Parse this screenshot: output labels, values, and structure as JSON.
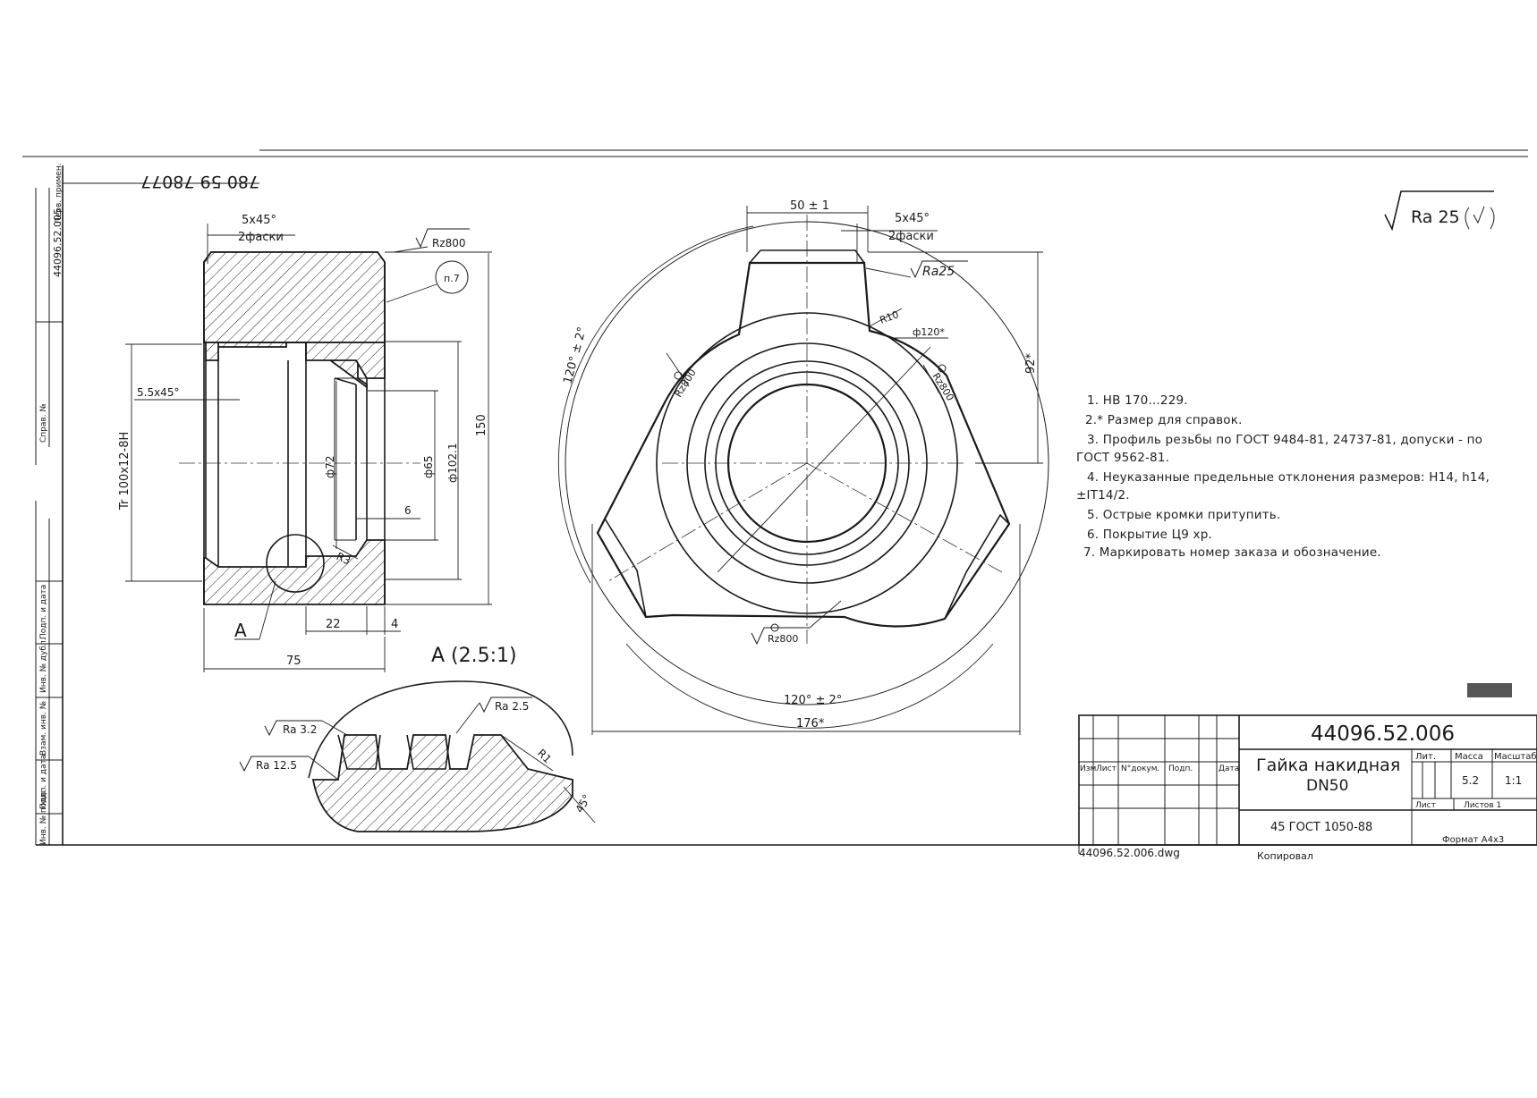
{
  "stamp_top": "780 59 78077",
  "general_roughness": "Ra 25",
  "notes": [
    "1.  HB 170...229.",
    "2.* Размер для справок.",
    "3. Профиль резьбы по ГОСТ 9484-81, 24737-81, допуски - по",
    "ГОСТ 9562-81.",
    "4. Неуказанные предельные отклонения размеров: H14, h14,",
    "±IT14/2.",
    "5. Острые кромки притупить.",
    "6.  Покрытие Ц9 хр.",
    "7.  Маркировать номер заказа и обозначение."
  ],
  "section_view": {
    "chamfer_top": "5x45°",
    "chamfer_top_sub": "2фаски",
    "roughness_outer": "Rz800",
    "note_ref": "п.7",
    "chamfer_left": "5.5x45°",
    "thread": "Tr 100x12-8H",
    "dia_72": "ф72",
    "dia_65": "ф65",
    "dia_102": "ф102.1",
    "len_150": "150",
    "len_6": "6",
    "radius_r3": "R3",
    "len_22": "22",
    "len_4": "4",
    "len_75": "75",
    "detail_marker": "А"
  },
  "detail_view": {
    "title": "А (2.5:1)",
    "ra_32": "Ra 3.2",
    "ra_125": "Ra 12.5",
    "ra_25": "Ra 2.5",
    "r1": "R1",
    "angle_45": "45°"
  },
  "front_view": {
    "width_top": "50 ± 1",
    "chamfer": "5x45°",
    "chamfer_sub": "2фаски",
    "roughness_ra25": "Ra25",
    "r10": "R10",
    "dia_120": "ф120*",
    "rz800_right": "Rz800",
    "rz800_left": "Rz800",
    "rz800_bottom": "Rz800",
    "dim_92": "92*",
    "angle_left": "120° ± 2°",
    "angle_bottom": "120° ± 2°",
    "dim_176": "176*"
  },
  "side_stamp": {
    "stamp_1": "44096.52.005",
    "stamp_2": "Перв. примен."
  },
  "left_stamp_labels": [
    "Инв. № подл.",
    "Подп. и дата",
    "Взам. инв. №",
    "Инв. № дубл.",
    "Подп. и дата",
    "Справ. №"
  ],
  "title_block": {
    "designation": "44096.52.006",
    "name_line1": "Гайка накидная",
    "name_line2": "DN50",
    "material": "45 ГОСТ 1050-88",
    "col_lit": "Лит.",
    "col_mass": "Масса",
    "col_scale": "Масштаб",
    "mass": "5.2",
    "scale": "1:1",
    "sheet_label": "Лист",
    "sheets_label": "Листов 1",
    "hdr_izm": "Изм",
    "hdr_list": "Лист",
    "hdr_doc": "N°докум.",
    "hdr_podp": "Подп.",
    "hdr_date": "Дата",
    "copied": "Копировал",
    "format": "Формат А4х3",
    "file": "44096.52.006.dwg"
  }
}
